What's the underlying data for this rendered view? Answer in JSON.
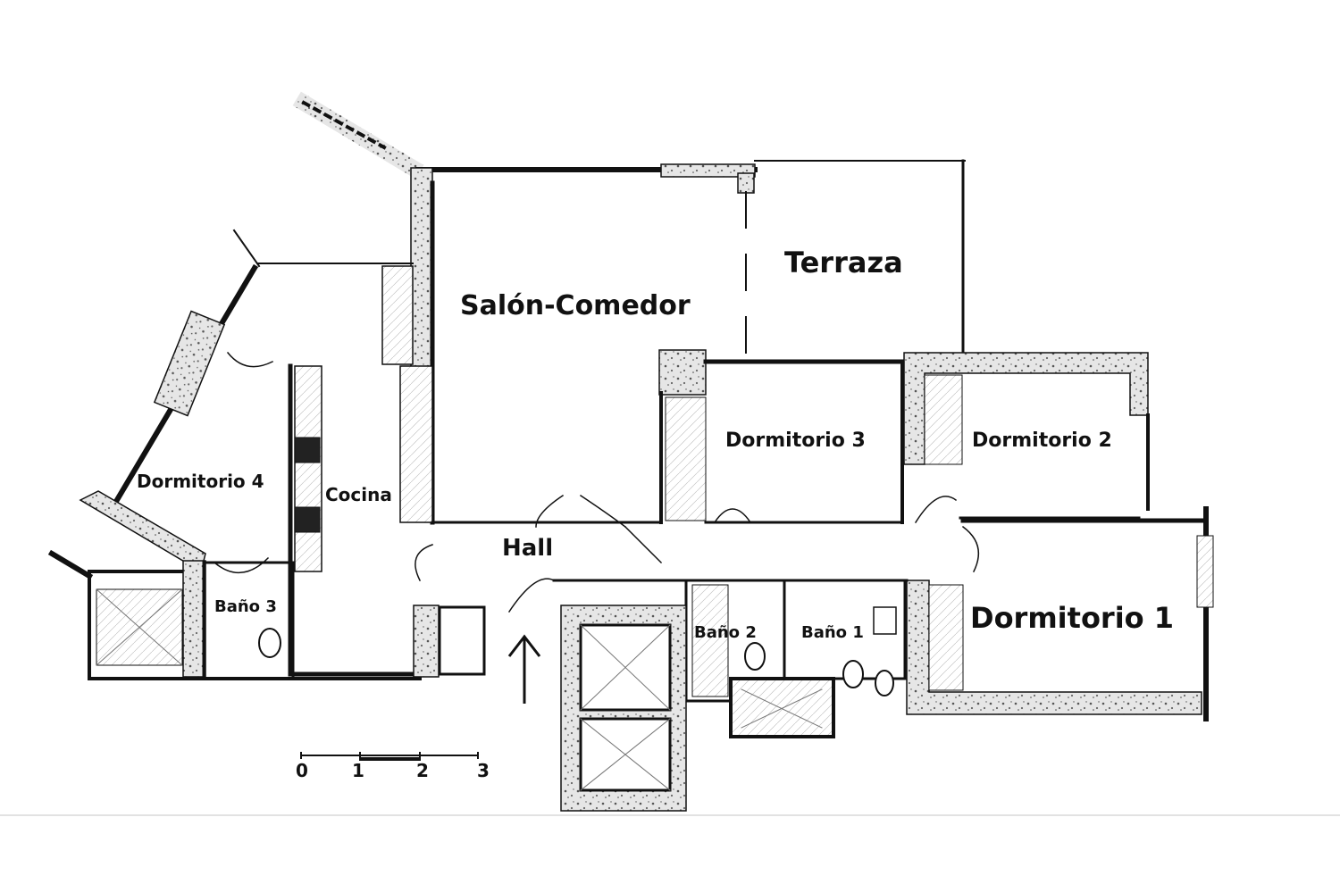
{
  "rooms": {
    "salon": "Salón-Comedor",
    "terraza": "Terraza",
    "dormitorio1": "Dormitorio 1",
    "dormitorio2": "Dormitorio 2",
    "dormitorio3": "Dormitorio 3",
    "dormitorio4": "Dormitorio 4",
    "cocina": "Cocina",
    "hall": "Hall",
    "bano1": "Baño 1",
    "bano2": "Baño 2",
    "bano3": "Baño 3"
  },
  "scale": {
    "ticks": [
      "0",
      "1",
      "2",
      "3"
    ]
  },
  "entrance": {
    "icon": "entrance-arrow-icon"
  },
  "colors": {
    "wall": "#111111",
    "stone": "#dcdcdc",
    "background": "#ffffff"
  }
}
